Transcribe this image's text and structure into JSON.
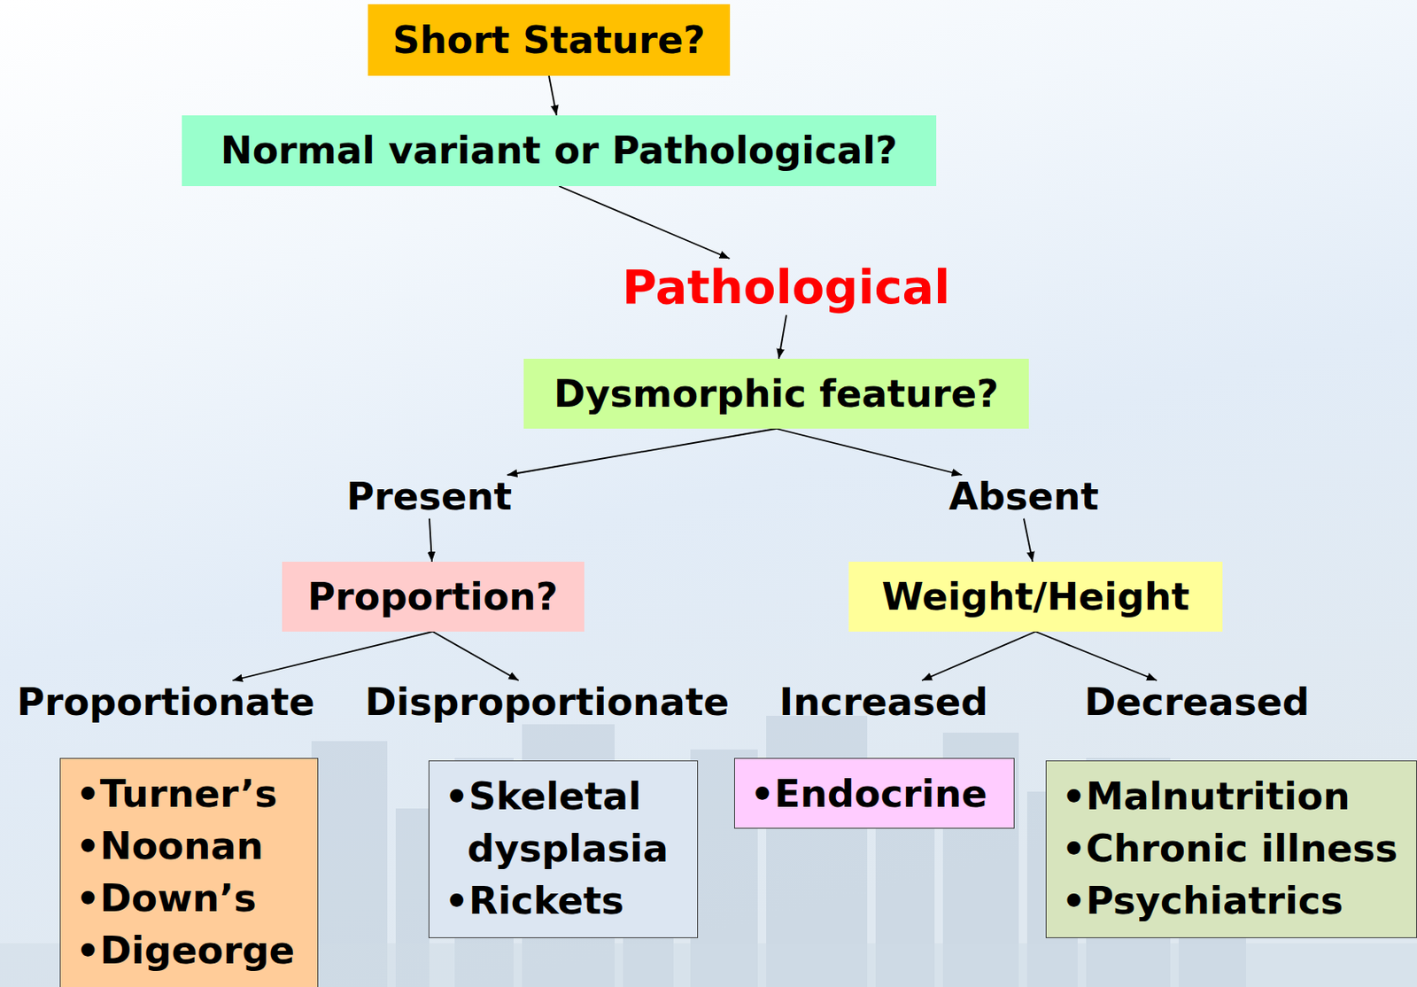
{
  "diagram": {
    "nodes": [
      {
        "text": [
          "Short Stature?"
        ]
      },
      {
        "text": [
          "Normal variant or Pathological?"
        ]
      },
      {
        "text": [
          "Pathological"
        ]
      },
      {
        "text": [
          "Dysmorphic feature?"
        ]
      },
      {
        "text": [
          "Present"
        ]
      },
      {
        "text": [
          "Absent"
        ]
      },
      {
        "text": [
          "Proportion?"
        ]
      },
      {
        "text": [
          "Weight/Height"
        ]
      },
      {
        "text": [
          "Proportionate"
        ]
      },
      {
        "text": [
          "Disproportionate"
        ]
      },
      {
        "text": [
          "Increased"
        ]
      },
      {
        "text": [
          "Decreased"
        ]
      },
      {
        "text": [
          "•Turner’s",
          "•Noonan",
          "•Down’s",
          "•Digeorge"
        ]
      },
      {
        "text": [
          "•Skeletal dysplasia",
          "•Rickets"
        ]
      },
      {
        "text": [
          "•Endocrine"
        ]
      },
      {
        "text": [
          "•Malnutrition",
          "•Chronic illness",
          "•Psychiatrics"
        ]
      }
    ],
    "edges": [
      {
        "from": 0,
        "to": 1,
        "arrow": "to"
      },
      {
        "from": 1,
        "to": 2,
        "arrow": "to"
      },
      {
        "from": 2,
        "to": 3,
        "arrow": "to"
      },
      {
        "from": 3,
        "to": 4,
        "arrow": "to"
      },
      {
        "from": 3,
        "to": 5,
        "arrow": "to"
      },
      {
        "from": 4,
        "to": 6,
        "arrow": "to"
      },
      {
        "from": 5,
        "to": 7,
        "arrow": "to"
      },
      {
        "from": 6,
        "to": 8,
        "arrow": "to"
      },
      {
        "from": 6,
        "to": 9,
        "arrow": "to"
      },
      {
        "from": 7,
        "to": 10,
        "arrow": "to"
      },
      {
        "from": 7,
        "to": 11,
        "arrow": "to"
      }
    ]
  }
}
